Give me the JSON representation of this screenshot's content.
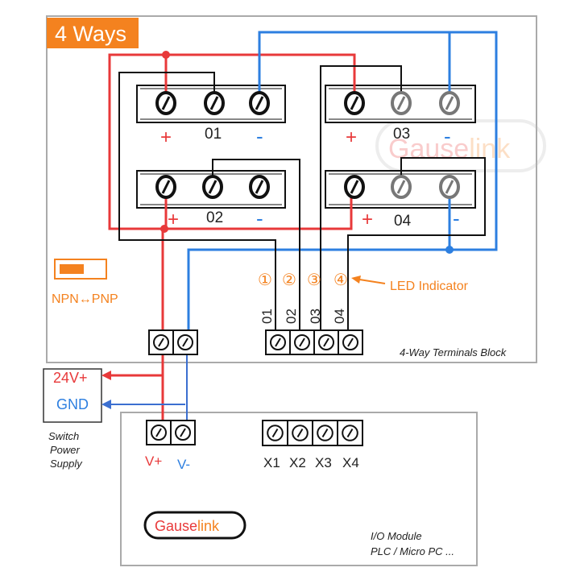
{
  "terminal_block": {
    "badge": "4 Ways",
    "caption": "4-Way Terminals Block",
    "switch_label": "NPN↔PNP",
    "led_label": "LED Indicator",
    "led_marks": [
      "①",
      "②",
      "③",
      "④"
    ],
    "channels": [
      {
        "number": "01",
        "plus": "+",
        "minus": "-"
      },
      {
        "number": "02",
        "plus": "+",
        "minus": "-"
      },
      {
        "number": "03",
        "plus": "+",
        "minus": "-"
      },
      {
        "number": "04",
        "plus": "+",
        "minus": "-"
      }
    ],
    "output_labels": [
      "01",
      "02",
      "03",
      "04"
    ]
  },
  "power_supply": {
    "v24": "24V+",
    "gnd": "GND",
    "caption_lines": [
      "Switch",
      "Power",
      "Supply"
    ]
  },
  "io_module": {
    "v_plus": "V+",
    "v_minus": "V-",
    "inputs": [
      "X1",
      "X2",
      "X3",
      "X4"
    ],
    "caption_lines": [
      "I/O Module",
      "PLC / Micro PC ..."
    ],
    "logo_a": "Gause",
    "logo_b": "link"
  },
  "watermark": {
    "a": "Gause",
    "b": "link"
  },
  "colors": {
    "accent_orange": "#f4821f",
    "positive_red": "#e8393a",
    "negative_blue": "#2d7fe0",
    "signal_black": "#111111",
    "panel_border": "#aaaaaa"
  }
}
